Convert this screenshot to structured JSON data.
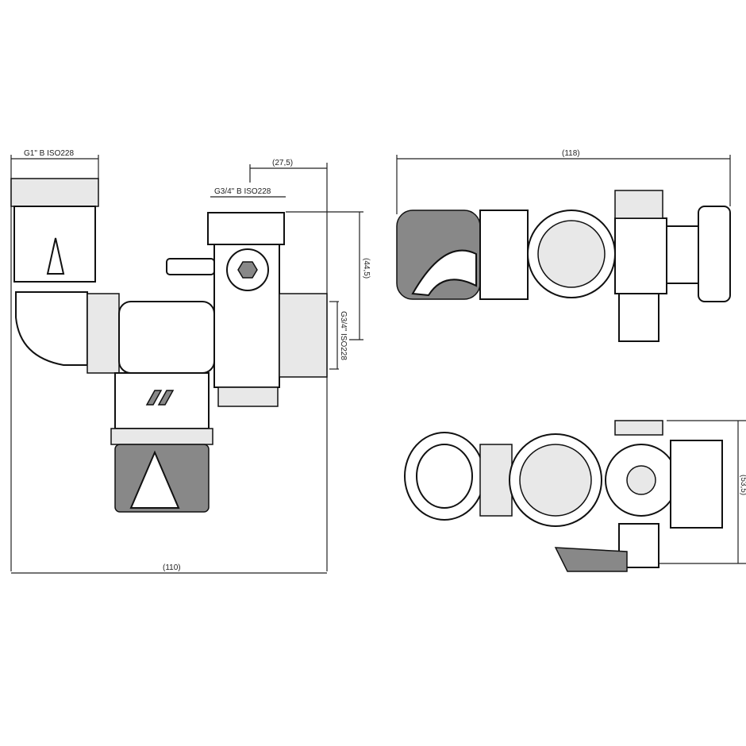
{
  "front_view": {
    "dim_inlet_thread": "G1\" B ISO228",
    "dim_offset": "(27,5)",
    "dim_outlet_thread": "G3/4\" B ISO228",
    "dim_height": "(44,5)",
    "dim_side_thread": "G3/4\" ISO228",
    "dim_width": "(110)"
  },
  "top_view": {
    "dim_length": "(118)"
  },
  "side_view": {
    "dim_depth": "(53,5)"
  }
}
